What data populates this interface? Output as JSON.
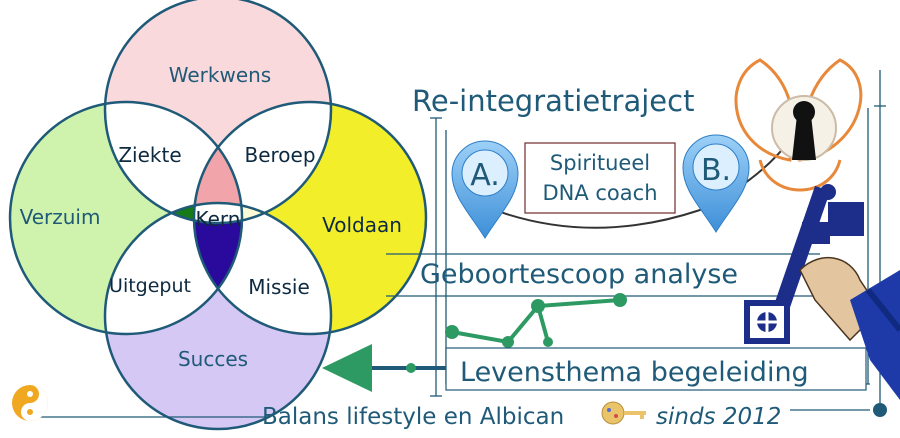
{
  "venn": {
    "top": "Werkwens",
    "left": "Verzuim",
    "right": "Voldaan",
    "bottom": "Succes",
    "top_left": "Ziekte",
    "top_right": "Beroep",
    "center": "Kern",
    "bottom_left": "Uitgeput",
    "bottom_right": "Missie"
  },
  "flow": {
    "title": "Re-integratietraject",
    "pin_a": "A.",
    "pin_b": "B.",
    "coach_line1": "Spiritueel",
    "coach_line2": "DNA coach",
    "step1": "Geboortescoop analyse",
    "step2": "Levensthema begeleiding"
  },
  "footer": {
    "brand": "Balans lifestyle en Albican",
    "since": "sinds 2012"
  },
  "colors": {
    "circle_stroke": "#1f5a78",
    "top_fill": "#f9d9dc",
    "left_fill": "#cff2ad",
    "right_fill": "#f2ee2a",
    "bottom_fill": "#d5c8f4",
    "center_top": "#f1a5ab",
    "center_left": "#157a18",
    "center_right": "#fbfbd8",
    "center_bottom": "#2a0a9c",
    "text_blue": "#1f5a78",
    "pin_blue": "#5aa6e6",
    "green": "#2e9a63",
    "key_navy": "#1d2e8a"
  }
}
